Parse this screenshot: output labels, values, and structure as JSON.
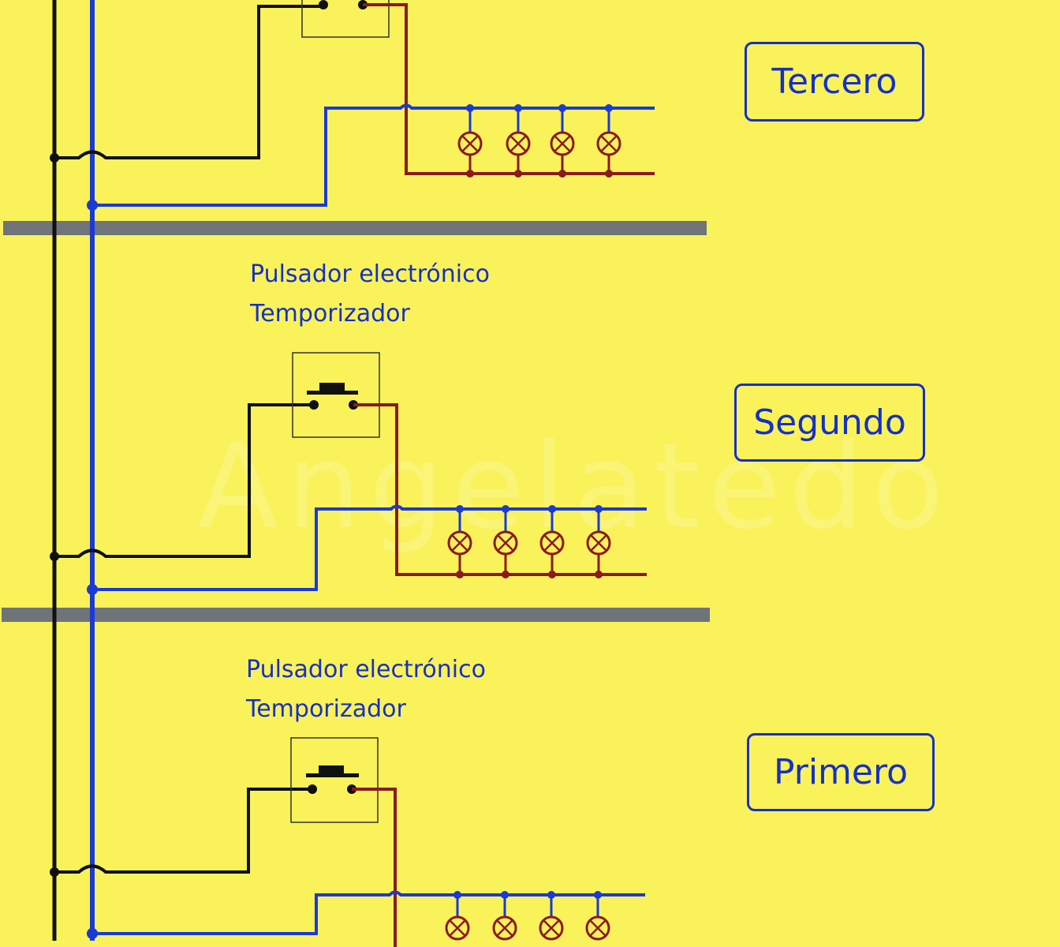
{
  "floors": [
    {
      "label": "Tercero"
    },
    {
      "label": "Segundo"
    },
    {
      "label": "Primero"
    }
  ],
  "caption": {
    "line1": "Pulsador electrónico",
    "line2": "Temporizador"
  },
  "watermark": "Angelatedo",
  "colors": {
    "background": "#f9f25a",
    "phase_wire": "#101010",
    "neutral_wire": "#1a3ad8",
    "switched_wire": "#8b1a1a",
    "floor_slab": "#6e7478",
    "label": "#1530c8"
  },
  "icons": [
    "push-button-icon",
    "lamp-icon"
  ]
}
